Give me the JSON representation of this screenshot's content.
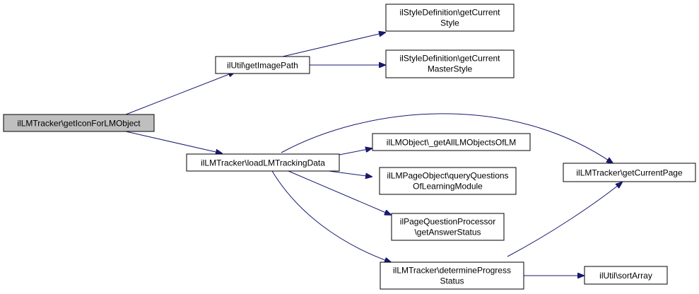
{
  "colors": {
    "edge": "#191970",
    "node_border": "#000000",
    "node_fill": "#ffffff",
    "focus_fill": "#bfbfbf",
    "text": "#000000"
  },
  "nodes": {
    "getIconForLMObject": [
      "ilLMTracker\\getIconForLMObject"
    ],
    "getImagePath": [
      "ilUtil\\getImagePath"
    ],
    "getCurrentStyle": [
      "ilStyleDefinition\\getCurrent",
      "Style"
    ],
    "getCurrentMasterStyle": [
      "ilStyleDefinition\\getCurrent",
      "MasterStyle"
    ],
    "loadLMTrackingData": [
      "ilLMTracker\\loadLMTrackingData"
    ],
    "getAllLMObjectsOfLM": [
      "ilLMObject\\_getAllLMObjectsOfLM"
    ],
    "queryQuestionsOfLearningModule": [
      "ilLMPageObject\\queryQuestions",
      "OfLearningModule"
    ],
    "getAnswerStatus": [
      "ilPageQuestionProcessor",
      "\\getAnswerStatus"
    ],
    "determineProgressStatus": [
      "ilLMTracker\\determineProgress",
      "Status"
    ],
    "getCurrentPage": [
      "ilLMTracker\\getCurrentPage"
    ],
    "sortArray": [
      "ilUtil\\sortArray"
    ]
  }
}
